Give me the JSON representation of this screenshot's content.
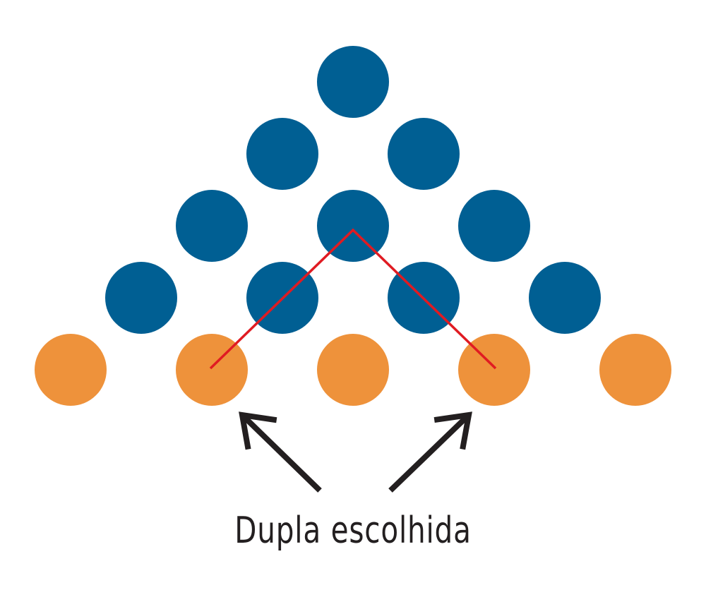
{
  "caption": "Dupla escolhida",
  "colors": {
    "top_nodes": "#005f93",
    "bottom_nodes": "#ee923b",
    "path_line": "#e01b22",
    "arrows": "#231f20",
    "background": "#ffffff"
  },
  "diagram": {
    "rows": [
      {
        "node_count": 1,
        "color_role": "top_nodes"
      },
      {
        "node_count": 2,
        "color_role": "top_nodes"
      },
      {
        "node_count": 3,
        "color_role": "top_nodes"
      },
      {
        "node_count": 4,
        "color_role": "top_nodes"
      },
      {
        "node_count": 5,
        "color_role": "bottom_nodes"
      }
    ],
    "chosen_pair": {
      "row": 4,
      "indices": [
        1,
        3
      ]
    },
    "path_apex": {
      "row": 2,
      "index": 1
    },
    "arrow_count": 2,
    "arrow_icon": "arrow-up-icon"
  }
}
